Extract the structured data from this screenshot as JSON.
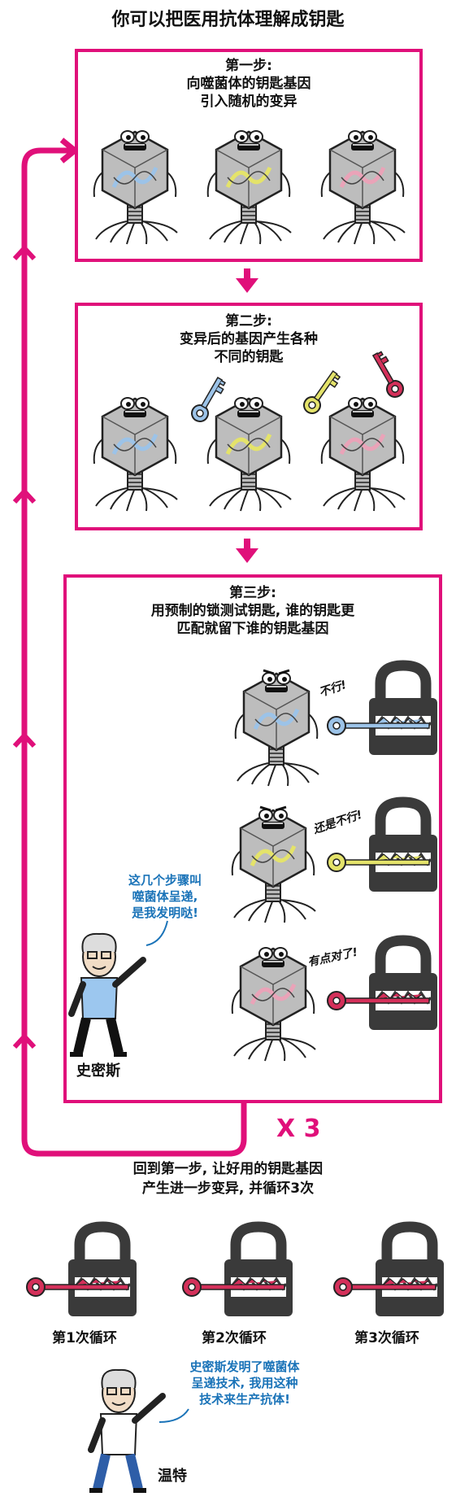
{
  "title": "你可以把医用抗体理解成钥匙",
  "step1": {
    "title": "第一步:",
    "line1": "向噬菌体的钥匙基因",
    "line2": "引入随机的变异"
  },
  "step2": {
    "title": "第二步:",
    "line1": "变异后的基因产生各种",
    "line2": "不同的钥匙"
  },
  "step3": {
    "title": "第三步:",
    "line1": "用预制的锁测试钥匙, 谁的钥匙更",
    "line2": "匹配就留下谁的钥匙基因"
  },
  "tests": [
    "不行!",
    "还是不行!",
    "有点对了!"
  ],
  "smith": {
    "bubble1": "这几个步骤叫",
    "bubble2": "噬菌体呈递,",
    "bubble3": "是我发明哒!",
    "name": "史密斯"
  },
  "repeat": {
    "mark": "X 3",
    "line1": "回到第一步, 让好用的钥匙基因",
    "line2": "产生进一步变异, 并循环3次"
  },
  "cycles": [
    "第1次循环",
    "第2次循环",
    "第3次循环"
  ],
  "winter": {
    "bubble1": "史密斯发明了噬菌体",
    "bubble2": "呈递技术, 我用这种",
    "bubble3": "技术来生产抗体!",
    "name": "温特"
  },
  "colors": {
    "magenta": "#e0107a",
    "blue": "#9cc3e8",
    "yellow": "#e4e36a",
    "pink": "#eaa3b8",
    "lock": "#3a3a3a",
    "key_red": "#d4305a",
    "text_blue": "#1a73b8"
  },
  "icons": [
    "phage-icon",
    "key-icon",
    "lock-icon",
    "arrow-down-icon",
    "person-icon"
  ]
}
